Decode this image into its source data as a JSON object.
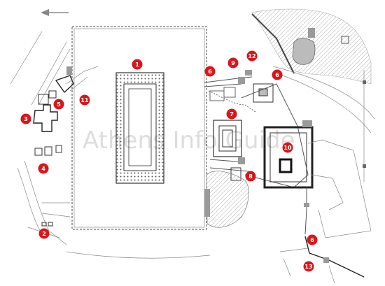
{
  "watermark": "Athens Info Guide",
  "markers": [
    {
      "id": "marker-1",
      "label": "1"
    },
    {
      "id": "marker-2",
      "label": "2"
    },
    {
      "id": "marker-3",
      "label": "3"
    },
    {
      "id": "marker-4",
      "label": "4"
    },
    {
      "id": "marker-5",
      "label": "5"
    },
    {
      "id": "marker-6a",
      "label": "6"
    },
    {
      "id": "marker-6b",
      "label": "6"
    },
    {
      "id": "marker-6c",
      "label": "6"
    },
    {
      "id": "marker-7",
      "label": "7"
    },
    {
      "id": "marker-8",
      "label": "8"
    },
    {
      "id": "marker-9",
      "label": "9"
    },
    {
      "id": "marker-10",
      "label": "10"
    },
    {
      "id": "marker-11",
      "label": "11"
    },
    {
      "id": "marker-12",
      "label": "12"
    },
    {
      "id": "marker-13",
      "label": "13"
    }
  ],
  "colors": {
    "marker": "#d9161b",
    "marker_text": "#ffffff",
    "lines": "#555555"
  }
}
